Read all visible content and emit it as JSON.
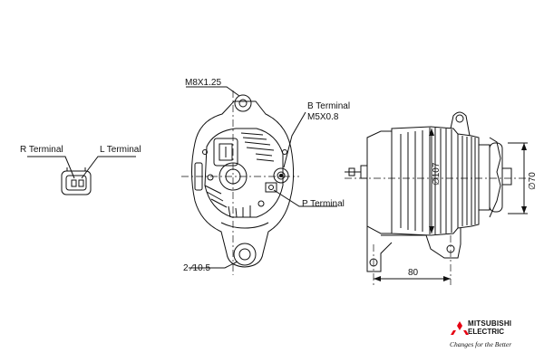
{
  "labels": {
    "r_terminal": "R Terminal",
    "l_terminal": "L Terminal",
    "m8": "M8X1.25",
    "b_terminal": "B Terminal",
    "m5": "M5X0.8",
    "p_terminal": "P Terminal",
    "hole": "2-∕10.5",
    "dim_80": "80",
    "dim_107": "∅107",
    "dim_70": "∅70"
  },
  "brand": {
    "name_line1": "MITSUBISHI",
    "name_line2": "ELECTRIC",
    "tagline": "Changes for the Better",
    "color": "#e60012"
  },
  "colors": {
    "line": "#111111",
    "background": "#ffffff"
  }
}
